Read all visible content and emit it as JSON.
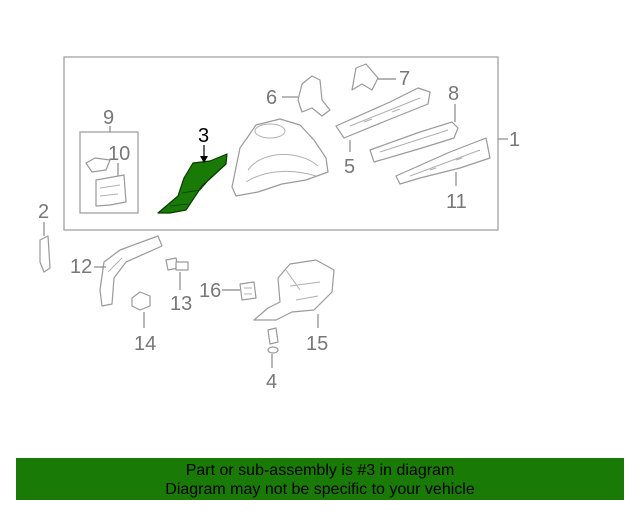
{
  "callouts": {
    "c1": "1",
    "c2": "2",
    "c3": "3",
    "c4": "4",
    "c5": "5",
    "c6": "6",
    "c7": "7",
    "c8": "8",
    "c9": "9",
    "c10": "10",
    "c11": "11",
    "c12": "12",
    "c13": "13",
    "c14": "14",
    "c15": "15",
    "c16": "16"
  },
  "highlight": {
    "part": "3",
    "color": "#1a7a06"
  },
  "banner": {
    "line1": "Part or sub-assembly is #3 in diagram",
    "line2": "Diagram may not be specific to your vehicle",
    "color": "#1a7a06"
  }
}
